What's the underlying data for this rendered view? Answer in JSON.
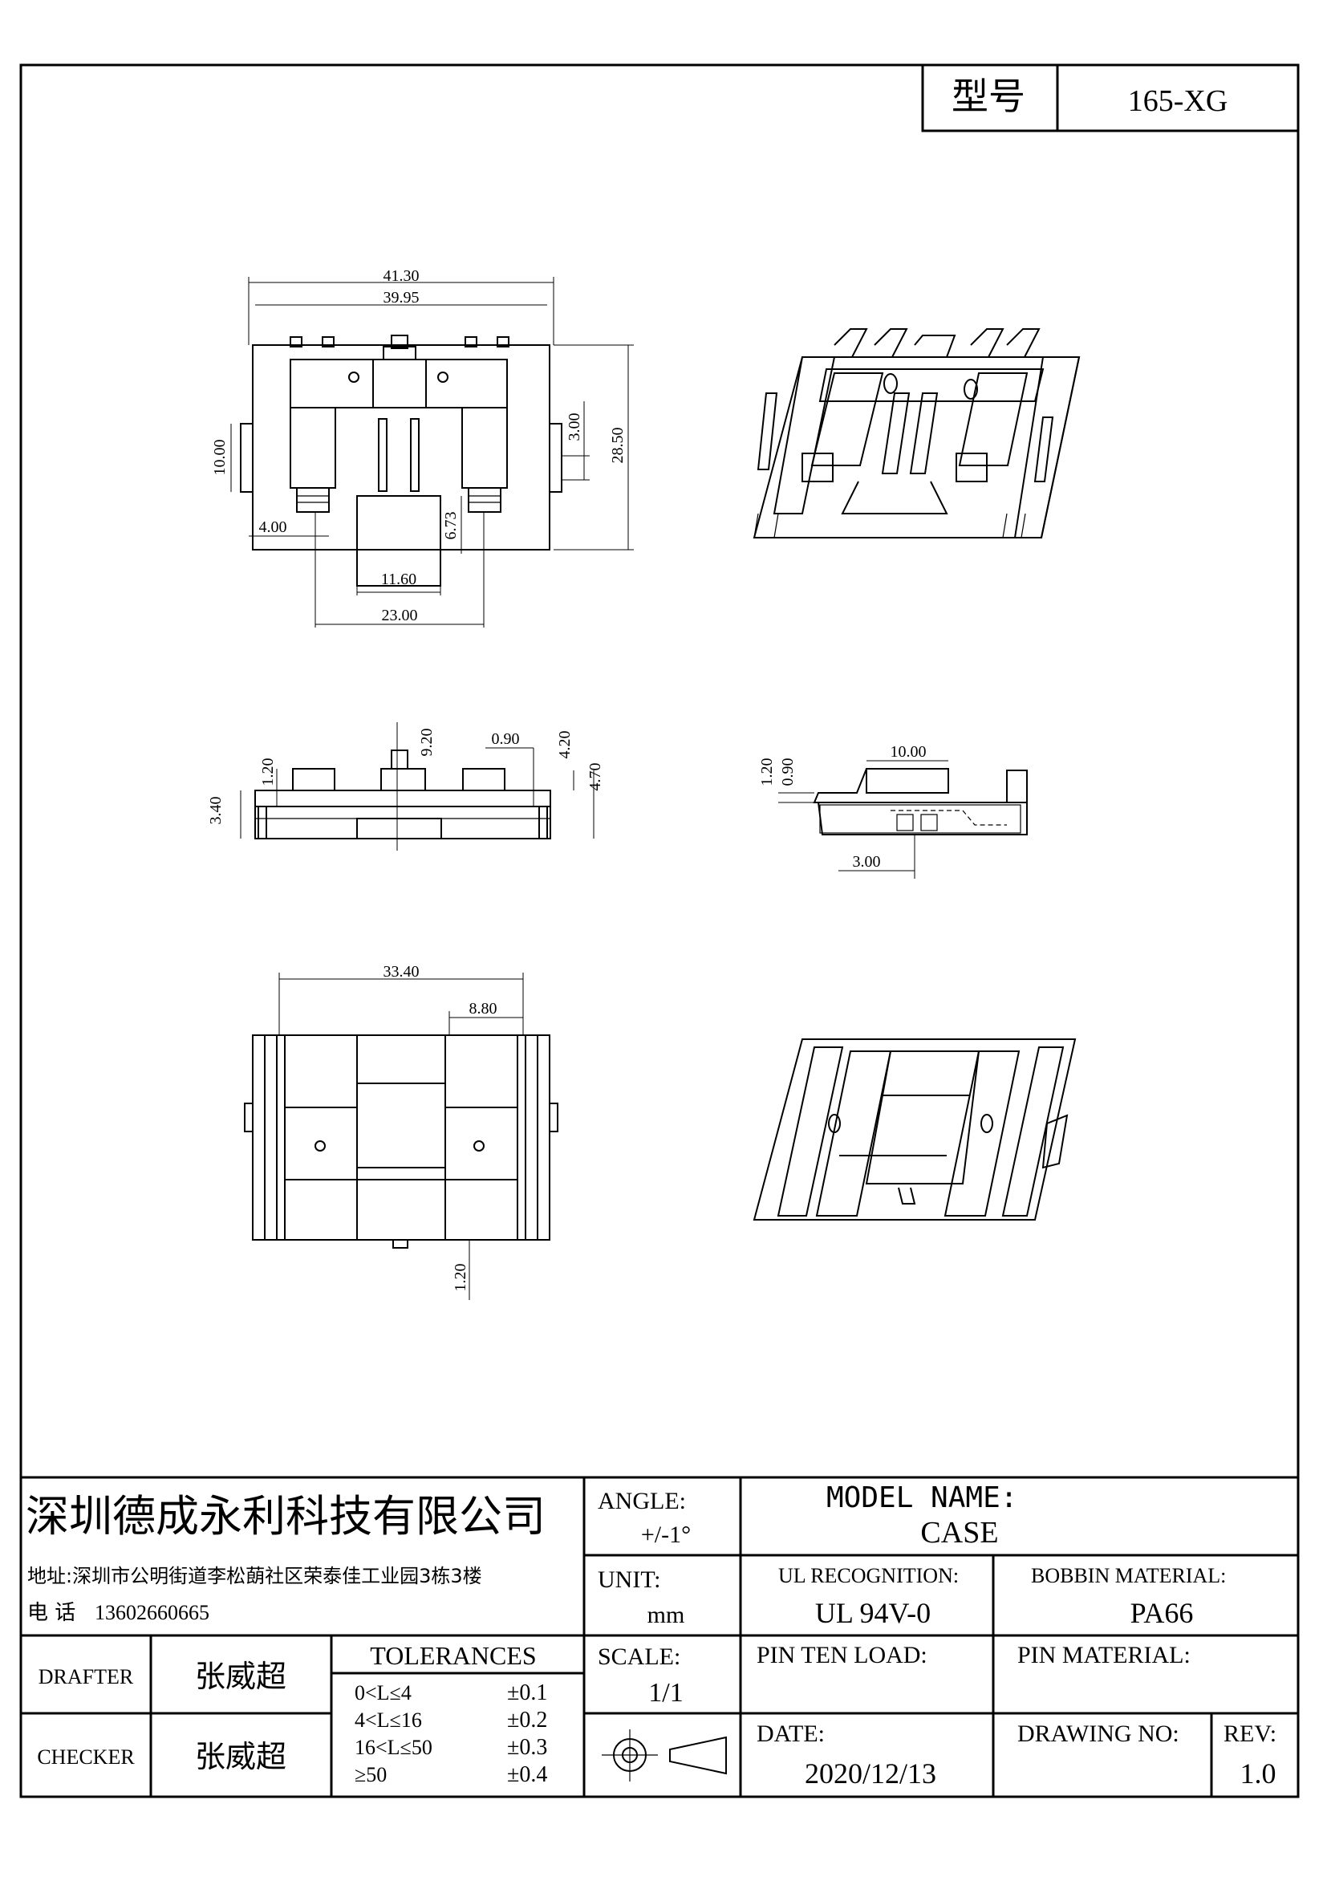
{
  "model_box": {
    "label": "型号",
    "value": "165-XG"
  },
  "dimensions": {
    "top_view": [
      "41.30",
      "39.95",
      "10.00",
      "3.00",
      "28.50",
      "4.00",
      "6.73",
      "11.60",
      "23.00"
    ],
    "front_view": [
      "3.40",
      "1.20",
      "9.20",
      "0.90",
      "4.20",
      "4.70"
    ],
    "side_view": [
      "10.00",
      "1.20",
      "0.90",
      "3.00"
    ],
    "bottom_view": [
      "33.40",
      "8.80",
      "1.20"
    ]
  },
  "title_block": {
    "company": "深圳德成永利科技有限公司",
    "address": "地址:深圳市公明街道李松蓢社区荣泰佳工业园3栋3楼",
    "phone_label": "电 话",
    "phone": "13602660665",
    "angle_label": "ANGLE:",
    "angle_value": "+/-1°",
    "unit_label": "UNIT:",
    "unit_value": "mm",
    "scale_label": "SCALE:",
    "scale_value": "1/1",
    "model_name_label": "MODEL NAME:",
    "model_name_value": "CASE",
    "ul_label": "UL RECOGNITION:",
    "ul_value": "UL 94V-0",
    "bobbin_label": "BOBBIN MATERIAL:",
    "bobbin_value": "PA66",
    "pin_load_label": "PIN TEN LOAD:",
    "pin_material_label": "PIN MATERIAL:",
    "date_label": "DATE:",
    "date_value": "2020/12/13",
    "drawing_no_label": "DRAWING NO:",
    "rev_label": "REV:",
    "rev_value": "1.0",
    "drafter_label": "DRAFTER",
    "drafter_name": "张威超",
    "checker_label": "CHECKER",
    "checker_name": "张威超",
    "tolerances_label": "TOLERANCES",
    "tolerances": [
      {
        "range": "0<L≤4",
        "value": "±0.1"
      },
      {
        "range": "4<L≤16",
        "value": "±0.2"
      },
      {
        "range": "16<L≤50",
        "value": "±0.3"
      },
      {
        "range": "≥50",
        "value": "±0.4"
      }
    ]
  }
}
